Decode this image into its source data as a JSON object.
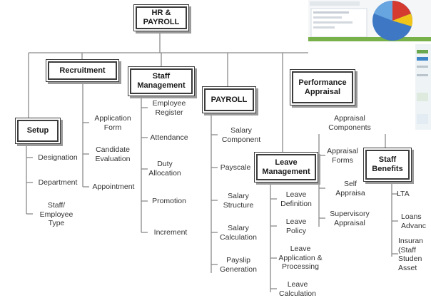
{
  "root": {
    "label": "HR &\nPAYROLL"
  },
  "modules": {
    "recruitment": {
      "label": "Recruitment"
    },
    "staff_management": {
      "label": "Staff\nManagement"
    },
    "payroll": {
      "label": "PAYROLL"
    },
    "setup": {
      "label": "Setup"
    },
    "leave_management": {
      "label": "Leave\nManagement"
    },
    "performance_appraisal": {
      "label": "Performance\nAppraisal"
    },
    "staff_benefits": {
      "label": "Staff\nBenefits"
    }
  },
  "items": {
    "setup": [
      "Designation",
      "Department",
      "Staff/\nEmployee\nType"
    ],
    "recruitment": [
      "Application\nForm",
      "Candidate\nEvaluation",
      "Appointment"
    ],
    "staff_management": [
      "Employee\nRegister",
      "Attendance",
      "Duty\nAllocation",
      "Promotion",
      "Increment"
    ],
    "payroll": [
      "Salary\nComponent",
      "Payscale",
      "Salary\nStructure",
      "Salary\nCalculation",
      "Payslip\nGeneration"
    ],
    "leave_management": [
      "Leave\nDefinition",
      "Leave\nPolicy",
      "Leave\nApplication &\nProcessing",
      "Leave\nCalculation"
    ],
    "performance_appraisal": [
      "Appraisal\nComponents",
      "Appraisal\nForms",
      "Self\nAppraisa",
      "Supervisory\nAppraisal"
    ],
    "staff_benefits": [
      "LTA",
      "Loans\nAdvanc",
      "Insuran\n(Staff\nStuden\nAsset"
    ]
  },
  "screenshot": {
    "description_icon": "pie-chart-screenshot"
  }
}
